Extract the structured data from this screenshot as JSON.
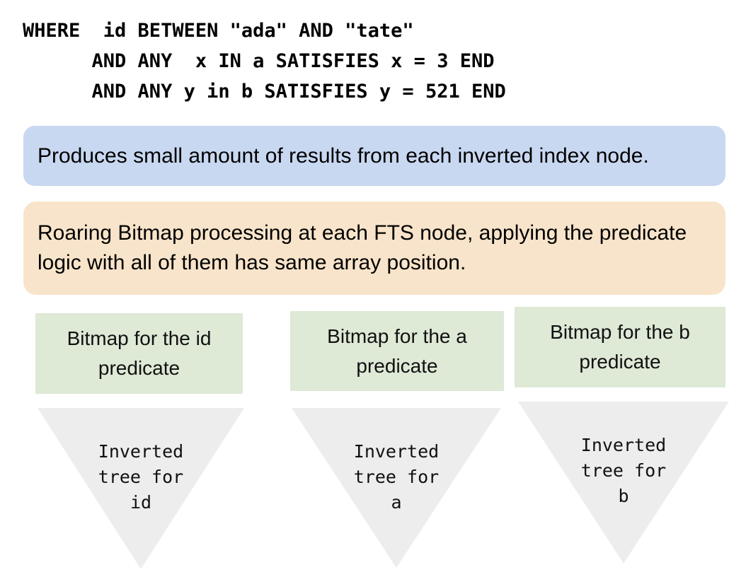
{
  "query": {
    "lines": [
      "WHERE  id BETWEEN \"ada\" AND \"tate\"",
      "      AND ANY  x IN a SATISFIES x = 3 END",
      "      AND ANY y in b SATISFIES y = 521 END"
    ]
  },
  "callouts": {
    "results_note": "Produces small amount of results from each inverted index node.",
    "processing_note": "Roaring Bitmap processing at each FTS node, applying the predicate logic with all of them has same array position."
  },
  "columns": [
    {
      "field": "id",
      "bitmap_label": "Bitmap for the id\npredicate",
      "tree_label": "Inverted\ntree for\nid"
    },
    {
      "field": "a",
      "bitmap_label": "Bitmap for the a\npredicate",
      "tree_label": "Inverted\ntree for\na"
    },
    {
      "field": "b",
      "bitmap_label": "Bitmap for the b\npredicate",
      "tree_label": "Inverted\ntree for\nb"
    }
  ],
  "colors": {
    "note_blue": "#c9d8f1",
    "note_peach": "#f8e4ca",
    "bitmap_green": "#dee9d6",
    "triangle_gray": "#ededed",
    "text": "#000000"
  }
}
